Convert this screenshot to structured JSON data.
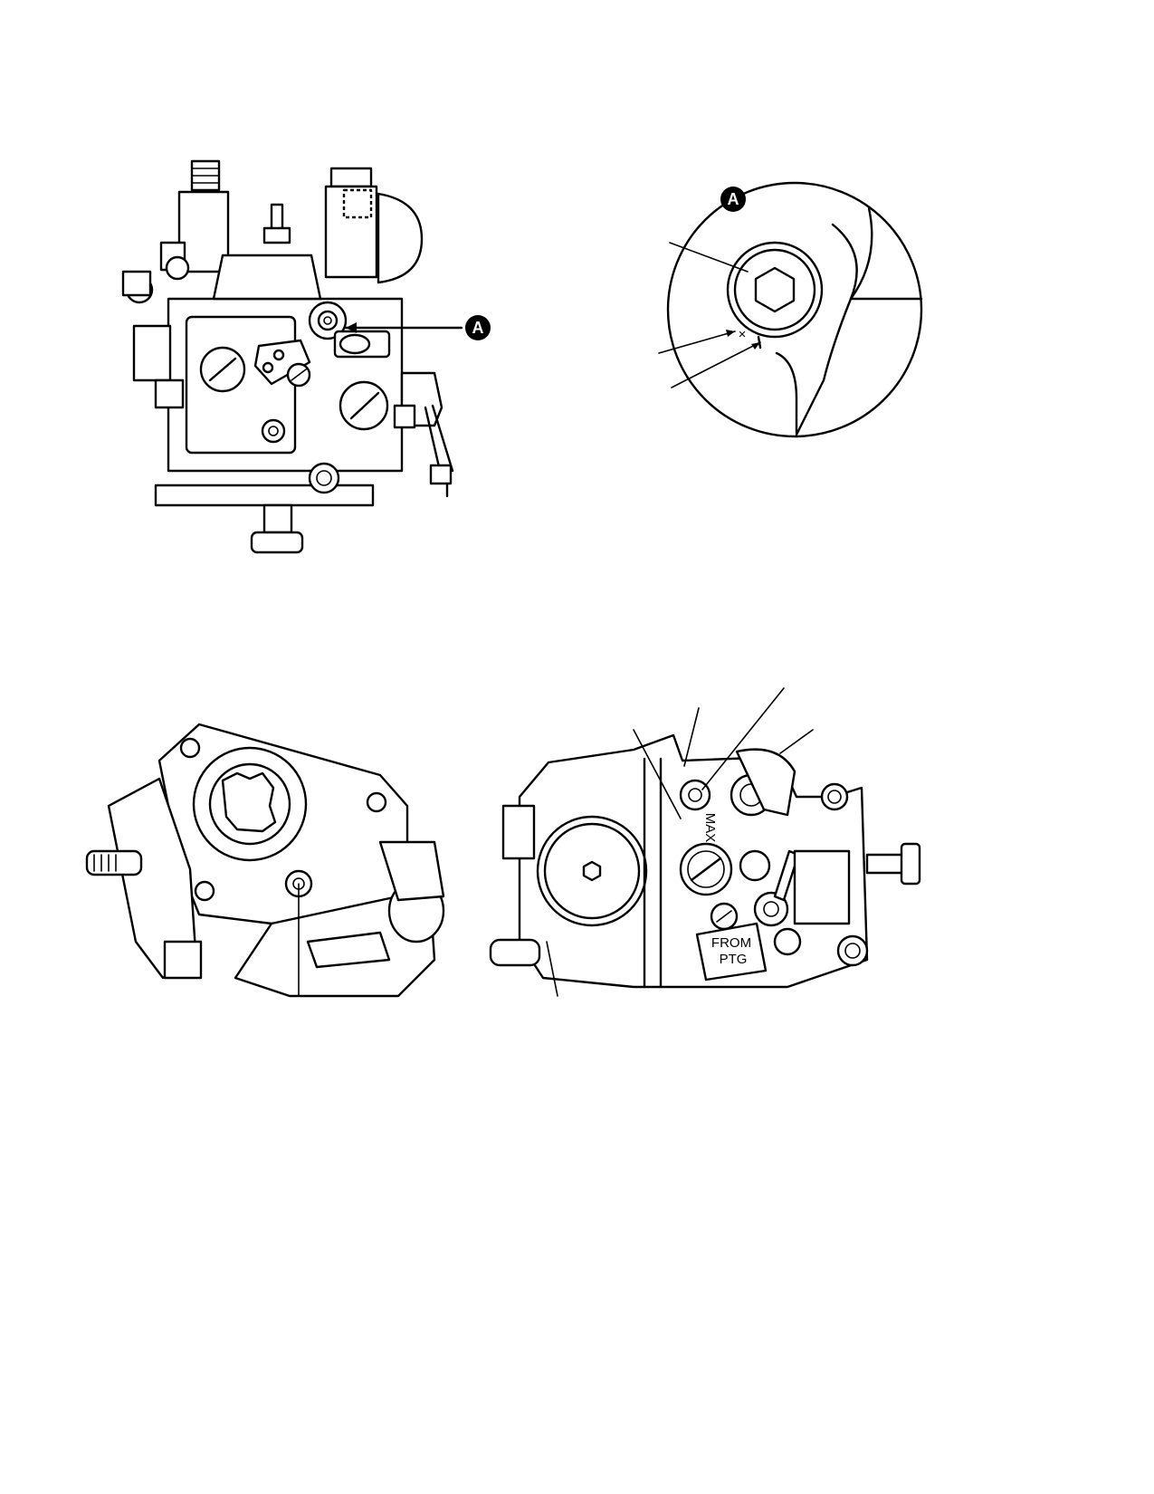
{
  "figure": {
    "detail_callout_letter": "A",
    "detail_view_letter": "A",
    "rear_view_stamps": {
      "max": "MAX",
      "from_ptg_line1": "FROM",
      "from_ptg_line2": "PTG"
    }
  }
}
